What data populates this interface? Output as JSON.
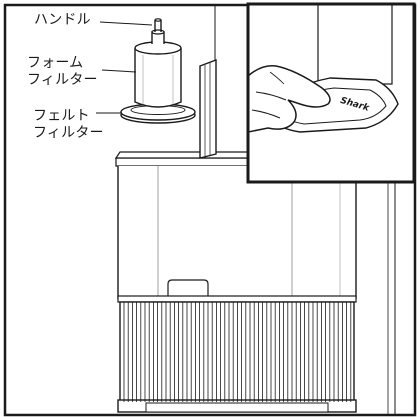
{
  "labels": {
    "handle": "ハンドル",
    "foam_filter_line1": "フォーム",
    "foam_filter_line2": "フィルター",
    "felt_filter_line1": "フェルト",
    "felt_filter_line2": "フィルター"
  },
  "inset": {
    "logo_text": "Shark"
  },
  "colors": {
    "line": "#1a1a1a",
    "fill": "#ffffff",
    "shade": "#e9e9e9"
  }
}
